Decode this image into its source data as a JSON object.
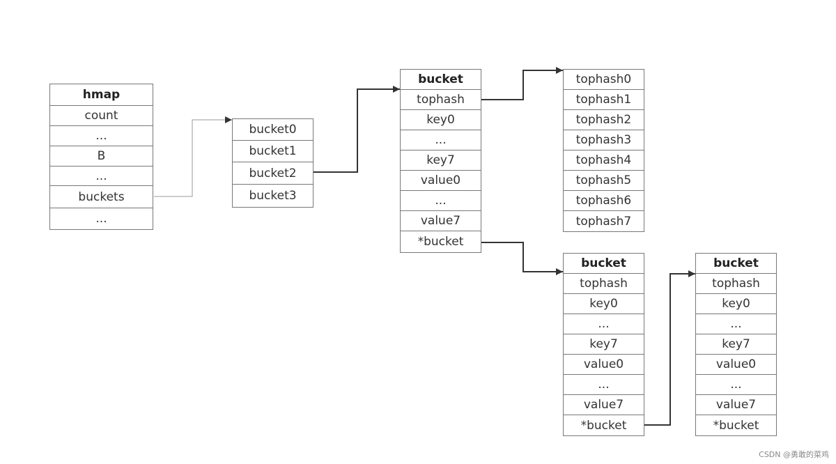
{
  "hmap": [
    "hmap",
    "count",
    "...",
    "B",
    "...",
    "buckets",
    "..."
  ],
  "buckets_array": [
    "bucket0",
    "bucket1",
    "bucket2",
    "bucket3"
  ],
  "bucket_main": [
    "bucket",
    "tophash",
    "key0",
    "...",
    "key7",
    "value0",
    "...",
    "value7",
    "*bucket"
  ],
  "tophash_array": [
    "tophash0",
    "tophash1",
    "tophash2",
    "tophash3",
    "tophash4",
    "tophash5",
    "tophash6",
    "tophash7"
  ],
  "bucket_overflow1": [
    "bucket",
    "tophash",
    "key0",
    "...",
    "key7",
    "value0",
    "...",
    "value7",
    "*bucket"
  ],
  "bucket_overflow2": [
    "bucket",
    "tophash",
    "key0",
    "...",
    "key7",
    "value0",
    "...",
    "value7",
    "*bucket"
  ],
  "watermark": "CSDN @勇敢的菜鸡"
}
